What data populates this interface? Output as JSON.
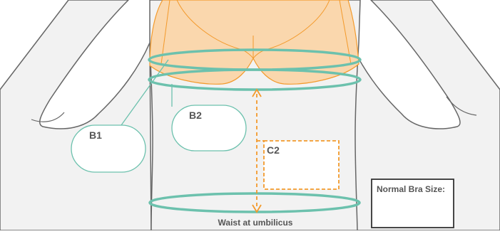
{
  "labels": {
    "b1": "B1",
    "b2": "B2",
    "c2": "C2",
    "waist": "Waist at umbilicus",
    "bra_size_title": "Normal Bra Size:"
  },
  "bra_size_value": "",
  "colors": {
    "skin": "#f2f2f2",
    "outline": "#666666",
    "teal": "#6cc1ad",
    "orange": "#f39a2c",
    "bra_fill": "#fad7ad",
    "label_text": "#555555"
  }
}
